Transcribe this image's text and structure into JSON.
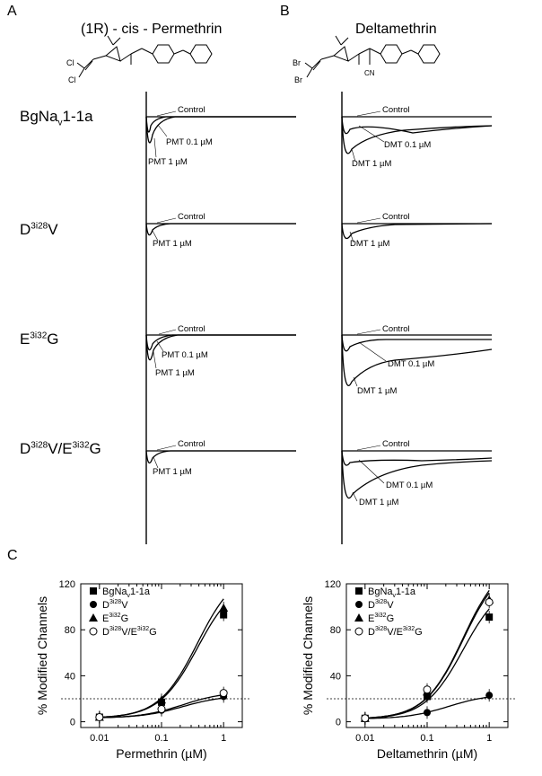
{
  "panels": {
    "a": "A",
    "b": "B",
    "c": "C"
  },
  "structures": {
    "left_title": "(1R) - cis - Permethrin",
    "right_title": "Deltamethrin",
    "left_atoms": [
      "Cl",
      "Cl"
    ],
    "right_atoms": [
      "Br",
      "Br",
      "CN"
    ]
  },
  "rows": [
    {
      "label_main": "BgNa",
      "label_sub": "v",
      "label_tail": "1-1a"
    },
    {
      "label_pre": "D",
      "label_sup": "3i28",
      "label_post": "V"
    },
    {
      "label_pre": "E",
      "label_sup": "3i32",
      "label_post": "G"
    },
    {
      "label_pre": "D",
      "label_sup": "3i28",
      "label_mid": "V/E",
      "label_sup2": "3i32",
      "label_post": "G"
    }
  ],
  "trace_labels": {
    "control": "Control",
    "pmt_01": "PMT 0.1 µM",
    "pmt_1": "PMT 1 µM",
    "dmt_01": "DMT 0.1 µM",
    "dmt_1": "DMT 1 µM"
  },
  "chart_data": [
    {
      "type": "scatter",
      "xlabel": "Permethrin (µM)",
      "ylabel": "% Modified Channels",
      "x_scale": "log",
      "xlim": [
        0.005,
        2
      ],
      "ylim": [
        -5,
        120
      ],
      "xticks": [
        "0.01",
        "0.1",
        "1"
      ],
      "yticks": [
        "0",
        "40",
        "80",
        "120"
      ],
      "threshold": 20,
      "legend_position": "top-left",
      "series": [
        {
          "name": "BgNav1-1a",
          "marker": "square",
          "x": [
            0.01,
            0.1,
            1
          ],
          "y": [
            4,
            17,
            93
          ]
        },
        {
          "name": "D3i28V",
          "marker": "circle",
          "x": [
            0.01,
            0.1,
            1
          ],
          "y": [
            4,
            10,
            22
          ]
        },
        {
          "name": "E3i32G",
          "marker": "triangle",
          "x": [
            0.01,
            0.1,
            1
          ],
          "y": [
            4,
            19,
            99
          ]
        },
        {
          "name": "D3i28V/E3i32G",
          "marker": "open-circle",
          "x": [
            0.01,
            0.1,
            1
          ],
          "y": [
            4,
            11,
            25
          ]
        }
      ]
    },
    {
      "type": "scatter",
      "xlabel": "Deltamethrin (µM)",
      "ylabel": "% Modified Channels",
      "x_scale": "log",
      "xlim": [
        0.005,
        2
      ],
      "ylim": [
        -5,
        120
      ],
      "xticks": [
        "0.01",
        "0.1",
        "1"
      ],
      "yticks": [
        "0",
        "40",
        "80",
        "120"
      ],
      "threshold": 20,
      "legend_position": "top-left",
      "series": [
        {
          "name": "BgNav1-1a",
          "marker": "square",
          "x": [
            0.01,
            0.1,
            1
          ],
          "y": [
            3,
            22,
            91
          ]
        },
        {
          "name": "D3i28V",
          "marker": "circle",
          "x": [
            0.01,
            0.1,
            1
          ],
          "y": [
            3,
            8,
            23
          ]
        },
        {
          "name": "E3i32G",
          "marker": "triangle",
          "x": [
            0.01,
            0.1,
            1
          ],
          "y": [
            3,
            26,
            106
          ]
        },
        {
          "name": "D3i28V/E3i32G",
          "marker": "open-circle",
          "x": [
            0.01,
            0.1,
            1
          ],
          "y": [
            3,
            28,
            104
          ]
        }
      ]
    }
  ]
}
